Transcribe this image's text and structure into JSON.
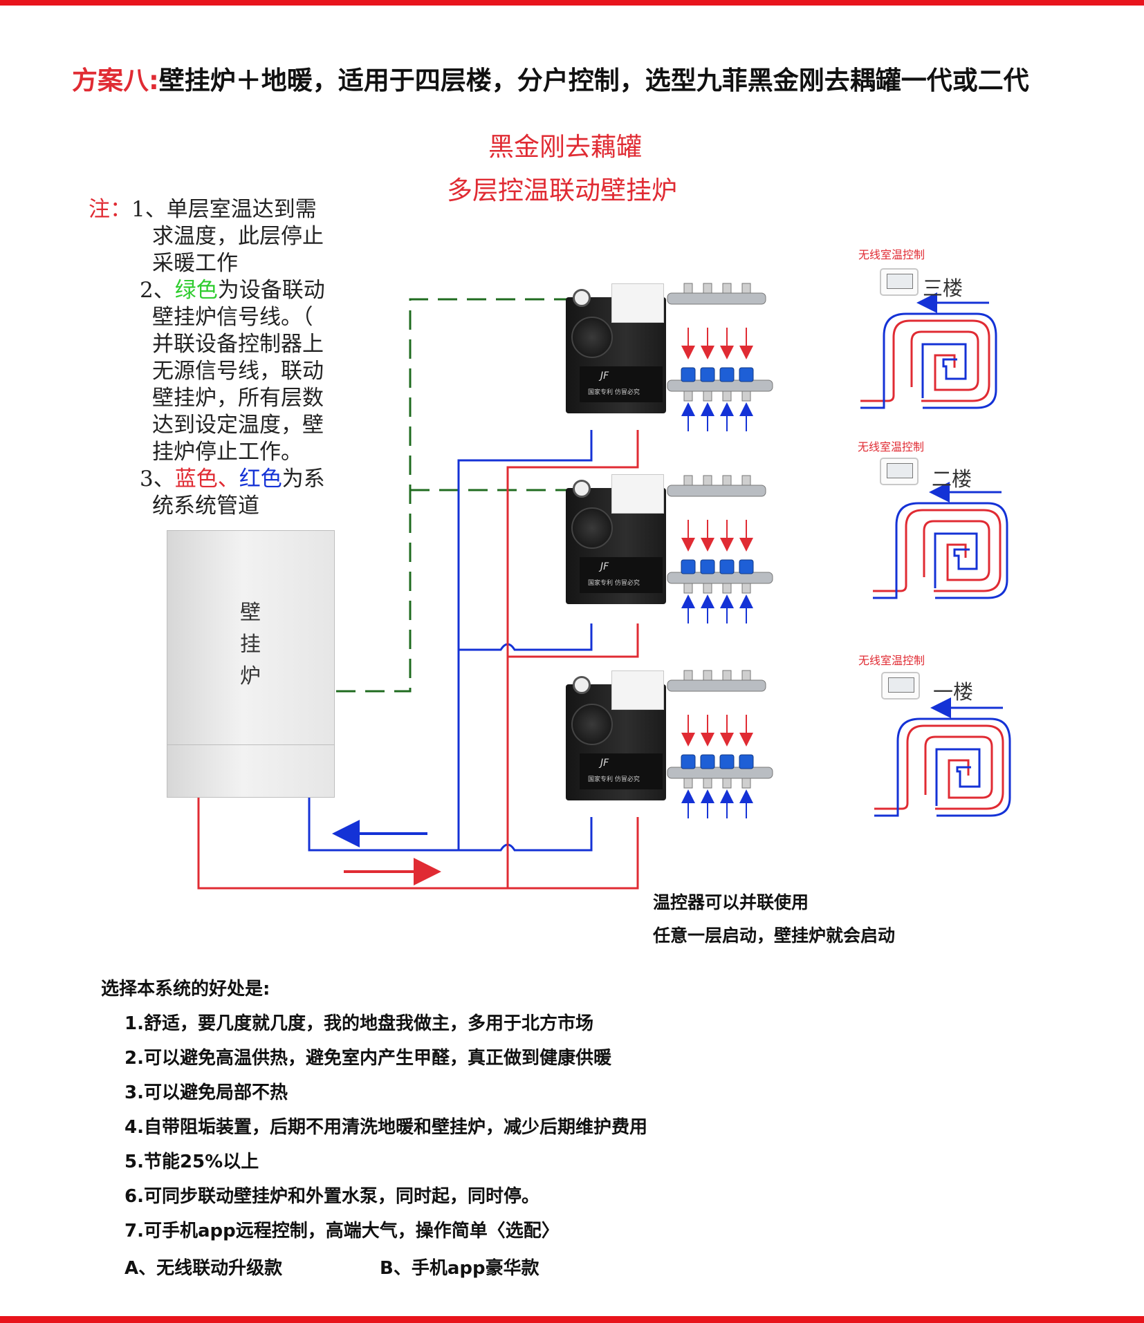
{
  "colors": {
    "brand_red": "#e02b33",
    "hot_pipe": "#e02b33",
    "cold_pipe": "#1432d6",
    "signal_line": "#1f6b1f",
    "green_text": "#2ecc2e",
    "blue_text": "#1432d6"
  },
  "title": {
    "prefix": "方案八:",
    "main": "壁挂炉＋地暖，适用于四层楼，分户控制，选型九菲黑金刚去耦罐一代或二代"
  },
  "subtitle": {
    "line1": "黑金刚去藕罐",
    "line2": "多层控温联动壁挂炉"
  },
  "notes": {
    "label": "注：",
    "n1": [
      "1、单层室温达到需",
      "求温度，此层停止",
      "采暖工作"
    ],
    "n2_prefix": "2、",
    "n2_green": "绿色",
    "n2_rest": "为设备联动",
    "n2_lines": [
      "壁挂炉信号线。（",
      "并联设备控制器上",
      "无源信号线，联动",
      "壁挂炉，所有层数",
      "达到设定温度，壁",
      "挂炉停止工作。"
    ],
    "n3_prefix": "3、",
    "n3_blue": "蓝色、",
    "n3_red": "红色",
    "n3_rest": "为系",
    "n3_line2": "统系统管道"
  },
  "boiler": {
    "label_chars": [
      "壁",
      "挂",
      "炉"
    ]
  },
  "unit": {
    "brand": "JF",
    "slogan": "国家专利 仿冒必究"
  },
  "floors": [
    {
      "thermostat_label": "无线室温控制",
      "floor_name": "三楼"
    },
    {
      "thermostat_label": "无线室温控制",
      "floor_name": "二楼"
    },
    {
      "thermostat_label": "无线室温控制",
      "floor_name": "一楼"
    }
  ],
  "caption": {
    "line1": "温控器可以并联使用",
    "line2": "任意一层启动，壁挂炉就会启动"
  },
  "benefits": {
    "heading": "选择本系统的好处是:",
    "items": [
      "1.舒适，要几度就几度，我的地盘我做主，多用于北方市场",
      "2.可以避免高温供热，避免室内产生甲醛，真正做到健康供暖",
      "3.可以避免局部不热",
      "4.自带阻垢装置，后期不用清洗地暖和壁挂炉，减少后期维护费用",
      "5.节能25%以上",
      "6.可同步联动壁挂炉和外置水泵，同时起，同时停。",
      "7.可手机app远程控制，高端大气，操作简单〈选配〉"
    ],
    "option_a": "A、无线联动升级款",
    "option_b": "B、手机app豪华款"
  }
}
